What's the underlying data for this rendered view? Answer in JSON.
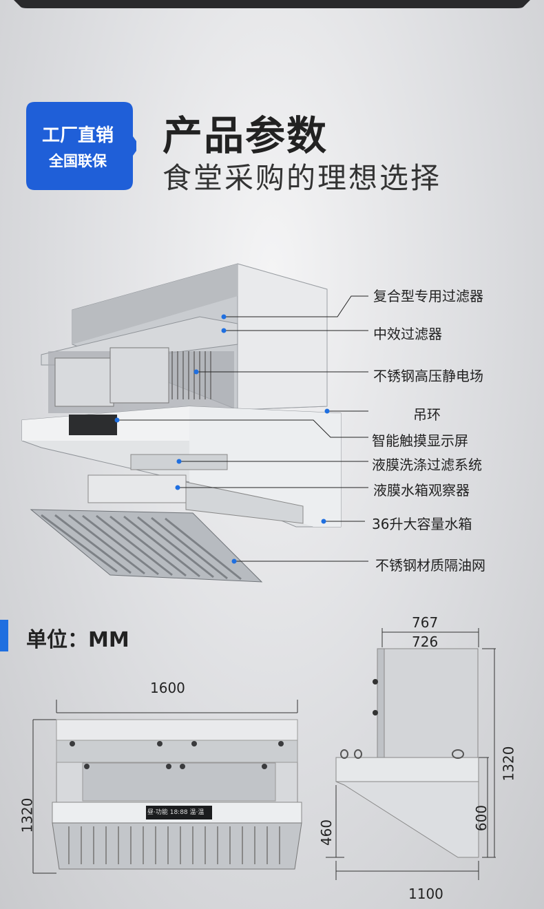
{
  "badge": {
    "line1": "工厂直销",
    "line2": "全国联保",
    "color": "#1f5fd8"
  },
  "header": {
    "title": "产品参数",
    "subtitle": "食堂采购的理想选择"
  },
  "callouts": [
    "复合型专用过滤器",
    "中效过滤器",
    "不锈钢高压静电场",
    "吊环",
    "智能触摸显示屏",
    "液膜洗涤过滤系统",
    "液膜水箱观察器",
    "36升大容量水箱",
    "不锈钢材质隔油网"
  ],
  "units": {
    "label": "单位：MM"
  },
  "front_view": {
    "width": "1600",
    "height": "1320",
    "display_text": "昼·功能 18:88 温·温"
  },
  "side_view": {
    "top_outer": "767",
    "top_inner": "726",
    "height": "1320",
    "hood_height": "600",
    "bottom_height": "460",
    "depth": "1100"
  },
  "colors": {
    "accent_blue": "#1f6fe0",
    "steel": "#b8bcc1"
  }
}
